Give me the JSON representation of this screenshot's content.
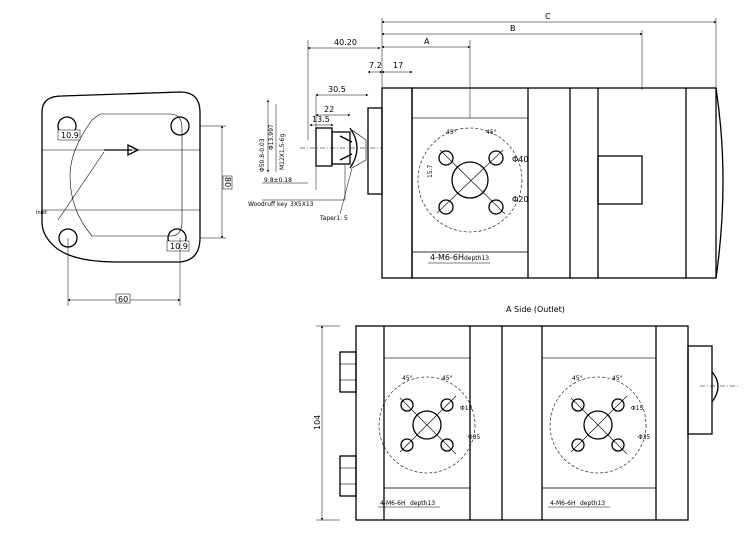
{
  "front_view": {
    "bolt_label_top": "10.9",
    "bolt_label_bottom": "10.9",
    "height_dim": "80",
    "width_dim": "60",
    "side_text": "Inlet"
  },
  "shaft_view": {
    "dims": {
      "d40_20": "40.20",
      "d7_2": "7.2",
      "d17": "17",
      "d30_5": "30.5",
      "d22": "22",
      "d13_5": "13.5",
      "phi50": "Φ50.8-0.03",
      "phi13": "Φ13.997",
      "thread": "M12X1.5-6g",
      "d9_8": "9.8±0.18"
    },
    "woodruff": "Woodruff key",
    "woodruff_size": "3X5X13",
    "taper": "Taper1: 5"
  },
  "side_view": {
    "dim_C": "C",
    "dim_B": "B",
    "dim_A": "A",
    "angle_left": "45°",
    "angle_right": "45°",
    "dim_15_7": "15.7",
    "phi40": "Φ40",
    "phi20": "Φ20",
    "thread_note": "4-M6-6H",
    "thread_depth": "depth13",
    "caption": "A Side (Outlet)"
  },
  "bottom_view": {
    "height_dim": "104",
    "left_port": {
      "angle_left": "45°",
      "angle_right": "45°",
      "phi_small": "Φ15",
      "phi_big": "Φ35",
      "thread_note": "4-M6-6H",
      "thread_depth": "depth13"
    },
    "right_port": {
      "angle_left": "45°",
      "angle_right": "45°",
      "phi_small": "Φ15",
      "phi_big": "Φ35",
      "thread_note": "4-M6-6H",
      "thread_depth": "depth13"
    }
  }
}
